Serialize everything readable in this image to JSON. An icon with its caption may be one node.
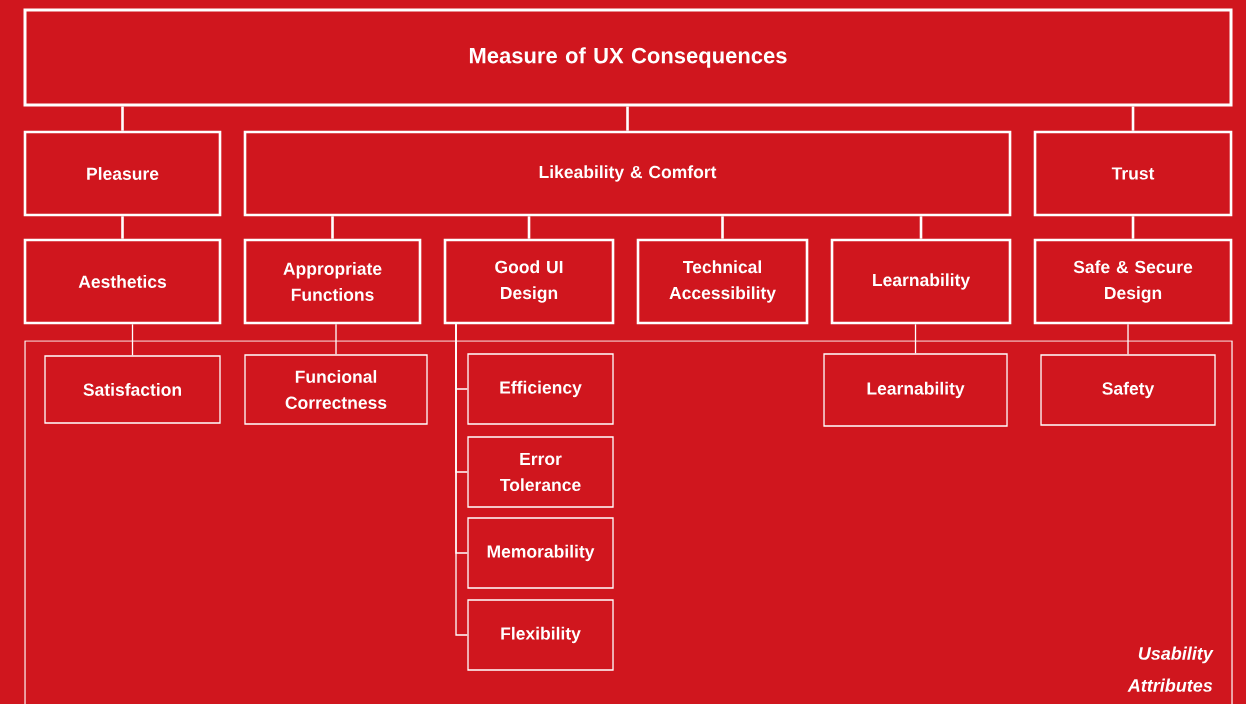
{
  "diagram": {
    "nodes": [
      {
        "text": [
          "Measure of UX Consequences"
        ]
      },
      {
        "text": [
          "Pleasure"
        ]
      },
      {
        "text": [
          "Likeability & Comfort"
        ]
      },
      {
        "text": [
          "Trust"
        ]
      },
      {
        "text": [
          "Aesthetics"
        ]
      },
      {
        "text": [
          "Appropriate Functions"
        ]
      },
      {
        "text": [
          "Good UI Design"
        ]
      },
      {
        "text": [
          "Technical Accessibility"
        ]
      },
      {
        "text": [
          "Learnability"
        ]
      },
      {
        "text": [
          "Safe & Secure Design"
        ]
      },
      {
        "text": [
          "Usability Attributes"
        ]
      },
      {
        "text": [
          "Satisfaction"
        ],
        "in": 10
      },
      {
        "text": [
          "Funcional Correctness"
        ],
        "in": 10
      },
      {
        "text": [
          "Efficiency"
        ],
        "in": 10
      },
      {
        "text": [
          "Error Tolerance"
        ],
        "in": 10
      },
      {
        "text": [
          "Memorability"
        ],
        "in": 10
      },
      {
        "text": [
          "Flexibility"
        ],
        "in": 10
      },
      {
        "text": [
          "Learnability"
        ],
        "in": 10
      },
      {
        "text": [
          "Safety"
        ],
        "in": 10
      }
    ],
    "edges": [
      {
        "from": 0,
        "to": 1,
        "arrow": "none"
      },
      {
        "from": 0,
        "to": 2,
        "arrow": "none"
      },
      {
        "from": 0,
        "to": 3,
        "arrow": "none"
      },
      {
        "from": 1,
        "to": 4,
        "arrow": "none"
      },
      {
        "from": 2,
        "to": 5,
        "arrow": "none"
      },
      {
        "from": 2,
        "to": 6,
        "arrow": "none"
      },
      {
        "from": 2,
        "to": 7,
        "arrow": "none"
      },
      {
        "from": 2,
        "to": 8,
        "arrow": "none"
      },
      {
        "from": 3,
        "to": 9,
        "arrow": "none"
      },
      {
        "from": 4,
        "to": 11,
        "arrow": "none"
      },
      {
        "from": 5,
        "to": 12,
        "arrow": "none"
      },
      {
        "from": 6,
        "to": 13,
        "arrow": "none"
      },
      {
        "from": 6,
        "to": 14,
        "arrow": "none"
      },
      {
        "from": 6,
        "to": 15,
        "arrow": "none"
      },
      {
        "from": 6,
        "to": 16,
        "arrow": "none"
      },
      {
        "from": 8,
        "to": 17,
        "arrow": "none"
      },
      {
        "from": 9,
        "to": 18,
        "arrow": "none"
      }
    ]
  }
}
